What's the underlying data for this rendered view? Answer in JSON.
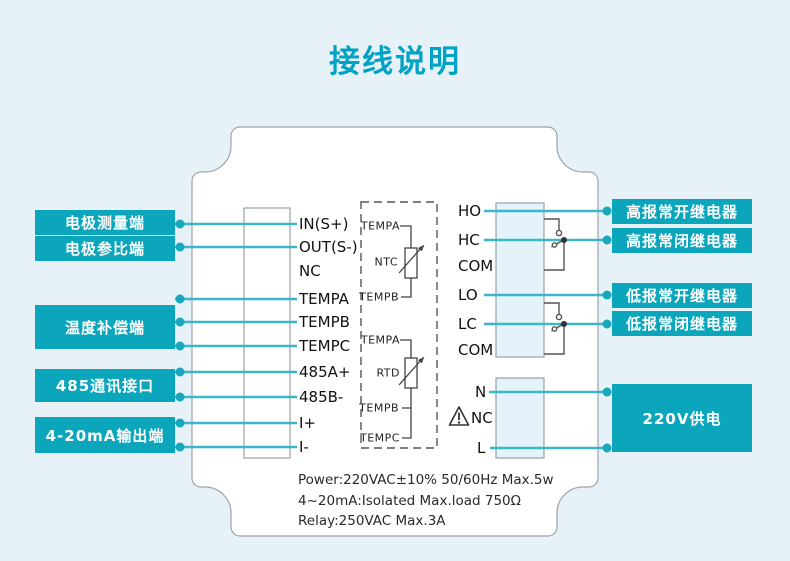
{
  "title": "接线说明",
  "left_labels": [
    "电极测量端",
    "电极参比端",
    "温度补偿端",
    "485通讯接口",
    "4-20mA输出端"
  ],
  "terminals": {
    "signal": [
      "IN(S+)",
      "OUT(S-)",
      "NC",
      "TEMPA",
      "TEMPB",
      "TEMPC",
      "485A+",
      "485B-",
      "I+",
      "I-"
    ],
    "relay": [
      "HO",
      "HC",
      "COM",
      "LO",
      "LC",
      "COM"
    ],
    "power": [
      "N",
      "NC",
      "L"
    ]
  },
  "sensor_box": {
    "ntc": {
      "top": "TEMPA",
      "name": "NTC",
      "bottom": "TEMPB"
    },
    "rtd": {
      "top": "TEMPA",
      "name": "RTD",
      "mid": "TEMPB",
      "bottom": "TEMPC"
    }
  },
  "right_labels": [
    "高报常开继电器",
    "高报常闭继电器",
    "低报常开继电器",
    "低报常闭继电器",
    "220V供电"
  ],
  "specs": [
    "Power:220VAC±10% 50/60Hz Max.5w",
    "4~20mA:Isolated Max.load 750Ω",
    "Relay:250VAC Max.3A"
  ],
  "colors": {
    "background": "#e6f2f8",
    "accent_teal": "#0ca6bc",
    "wire_teal": "#3ab6c8",
    "title_teal": "#00a3c6",
    "panel_fill": "#ffffff",
    "block_fill": "#e3f3f9"
  }
}
